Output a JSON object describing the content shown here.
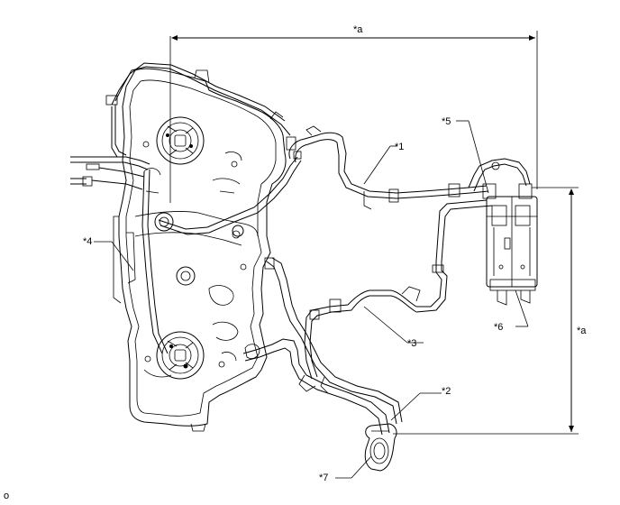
{
  "callouts": {
    "a_top": "*a",
    "a_right": "*a",
    "c1": "*1",
    "c2": "*2",
    "c3": "*3",
    "c4": "*4",
    "c5": "*5",
    "c6": "*6",
    "c7": "*7"
  },
  "corner_mark": "o"
}
